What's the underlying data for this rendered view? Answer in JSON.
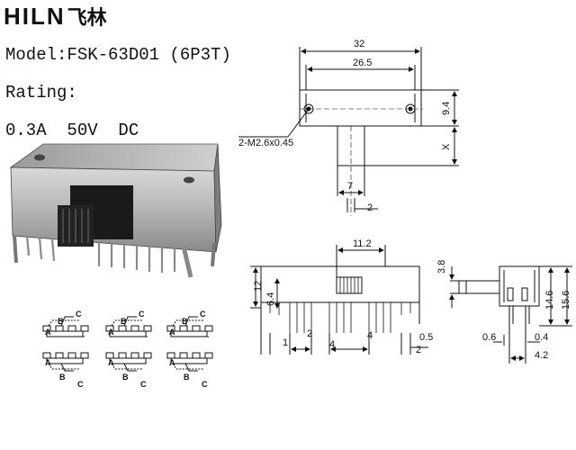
{
  "logo": {
    "latin": "HILN",
    "chinese": "飞林"
  },
  "spec": {
    "model": "Model:FSK-63D01 (6P3T)",
    "rating_label": "Rating:",
    "rating_value": "0.3A  50V  DC"
  },
  "drawing_top": {
    "dim_overall_width": "32",
    "dim_hole_spacing": "26.5",
    "dim_height": "9.4",
    "dim_actuator": "X",
    "dim_actuator_width": "7",
    "dim_slot": "2",
    "dim_screw": "2-M2.6x0.45"
  },
  "drawing_front": {
    "dim_travel": "11.2",
    "dim_body_height": "12",
    "dim_inner_height": "6.4",
    "dim_pin_a": "1",
    "dim_pin_b": "2",
    "dim_pitch_a": "4",
    "dim_pitch_b": "4",
    "dim_pin_thick": "0.5",
    "dim_pin_c": "2"
  },
  "drawing_side": {
    "dim_knob": "3.8",
    "dim_inner": "14.6",
    "dim_total": "15.6",
    "dim_pin_thick": "0.6",
    "dim_pin_width": "0.4",
    "dim_pin_row": "4.2"
  },
  "schematic": {
    "label_a": "A",
    "label_b": "B",
    "label_c": "C"
  }
}
